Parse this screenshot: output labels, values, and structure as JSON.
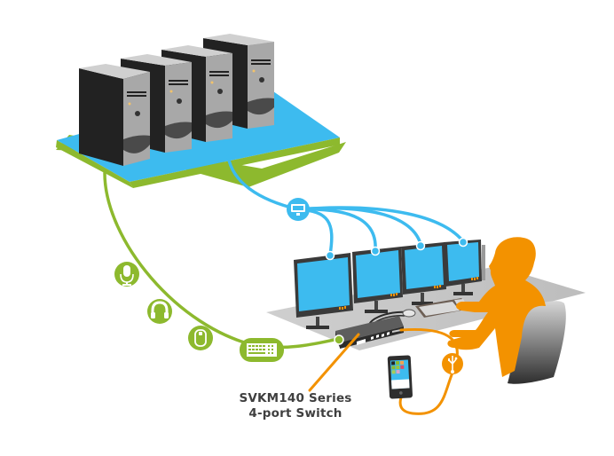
{
  "diagram": {
    "title": "KVM switch connection diagram",
    "caption": {
      "line1": "SVKM140 Series",
      "line2": "4-port Switch"
    },
    "colors": {
      "platform_top": "#3dbbef",
      "platform_base": "#8db92e",
      "video_cable": "#3dbbef",
      "usb_cable": "#8db92e",
      "accent_orange": "#f39200",
      "tower_front": "#a8a8a8",
      "tower_side": "#222222",
      "monitor_screen": "#3dbbef",
      "monitor_bezel": "#3a3a3a",
      "desk": "#c9c9c9",
      "caption_text": "#3f3f3f"
    },
    "computers": [
      {
        "label": "computer-1"
      },
      {
        "label": "computer-2"
      },
      {
        "label": "computer-3"
      },
      {
        "label": "computer-4"
      }
    ],
    "monitors": [
      {
        "label": "monitor-1"
      },
      {
        "label": "monitor-2"
      },
      {
        "label": "monitor-3"
      },
      {
        "label": "monitor-4"
      }
    ],
    "peripheral_icons": [
      {
        "name": "microphone-icon"
      },
      {
        "name": "headphones-icon"
      },
      {
        "name": "mouse-icon"
      },
      {
        "name": "keyboard-icon"
      }
    ],
    "hub_icons": {
      "video": "monitor-icon",
      "usb": "usb-icon"
    }
  }
}
